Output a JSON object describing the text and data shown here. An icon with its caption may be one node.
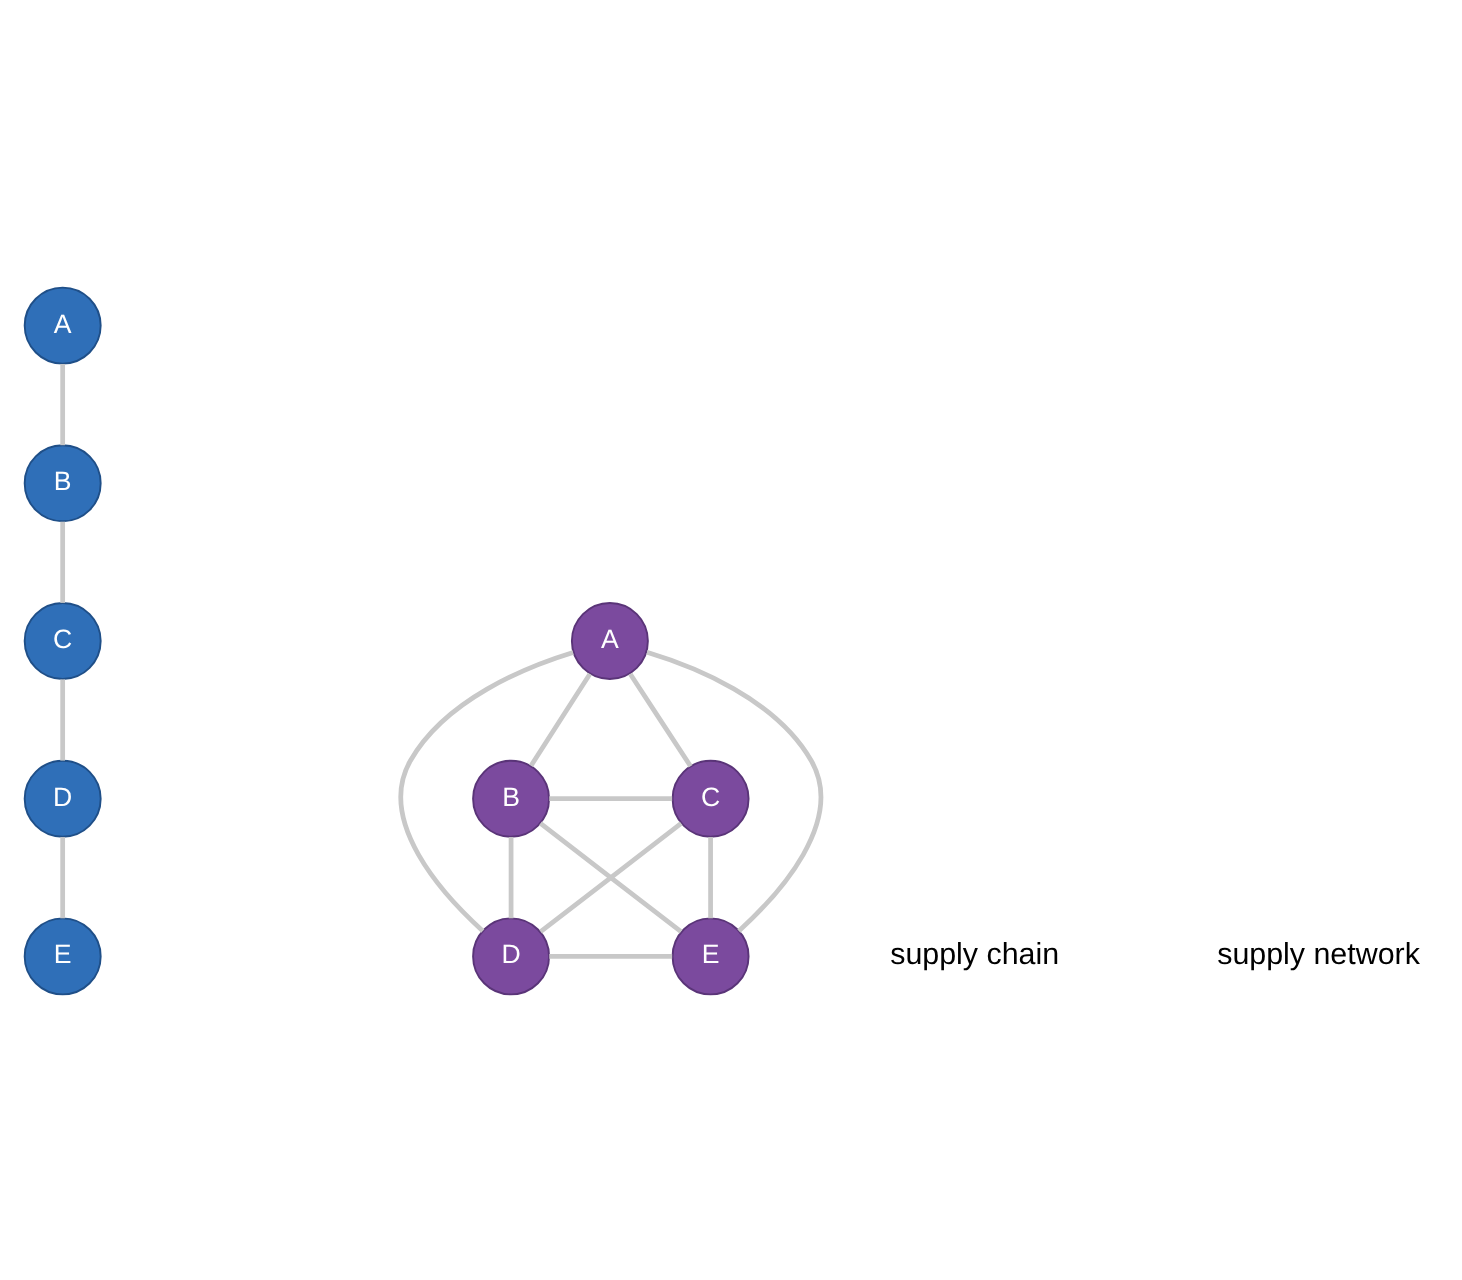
{
  "diagram": {
    "nodes": [
      {
        "text": [
          "A"
        ]
      },
      {
        "text": [
          "B"
        ]
      },
      {
        "text": [
          "C"
        ]
      },
      {
        "text": [
          "D"
        ]
      },
      {
        "text": [
          "E"
        ]
      },
      {
        "text": [
          "A"
        ]
      },
      {
        "text": [
          "B"
        ]
      },
      {
        "text": [
          "C"
        ]
      },
      {
        "text": [
          "D"
        ]
      },
      {
        "text": [
          "E"
        ]
      }
    ],
    "edges": [
      {
        "from": 0,
        "to": 1,
        "arrow": "none"
      },
      {
        "from": 1,
        "to": 2,
        "arrow": "none"
      },
      {
        "from": 2,
        "to": 3,
        "arrow": "none"
      },
      {
        "from": 3,
        "to": 4,
        "arrow": "none"
      },
      {
        "from": 5,
        "to": 6,
        "arrow": "none"
      },
      {
        "from": 5,
        "to": 7,
        "arrow": "none"
      },
      {
        "from": 5,
        "to": 8,
        "arrow": "none"
      },
      {
        "from": 5,
        "to": 9,
        "arrow": "none"
      },
      {
        "from": 6,
        "to": 7,
        "arrow": "none"
      },
      {
        "from": 6,
        "to": 8,
        "arrow": "none"
      },
      {
        "from": 6,
        "to": 9,
        "arrow": "none"
      },
      {
        "from": 7,
        "to": 8,
        "arrow": "none"
      },
      {
        "from": 7,
        "to": 9,
        "arrow": "none"
      },
      {
        "from": 8,
        "to": 9,
        "arrow": "none"
      }
    ],
    "labels": [
      "supply chain",
      "supply network"
    ]
  }
}
